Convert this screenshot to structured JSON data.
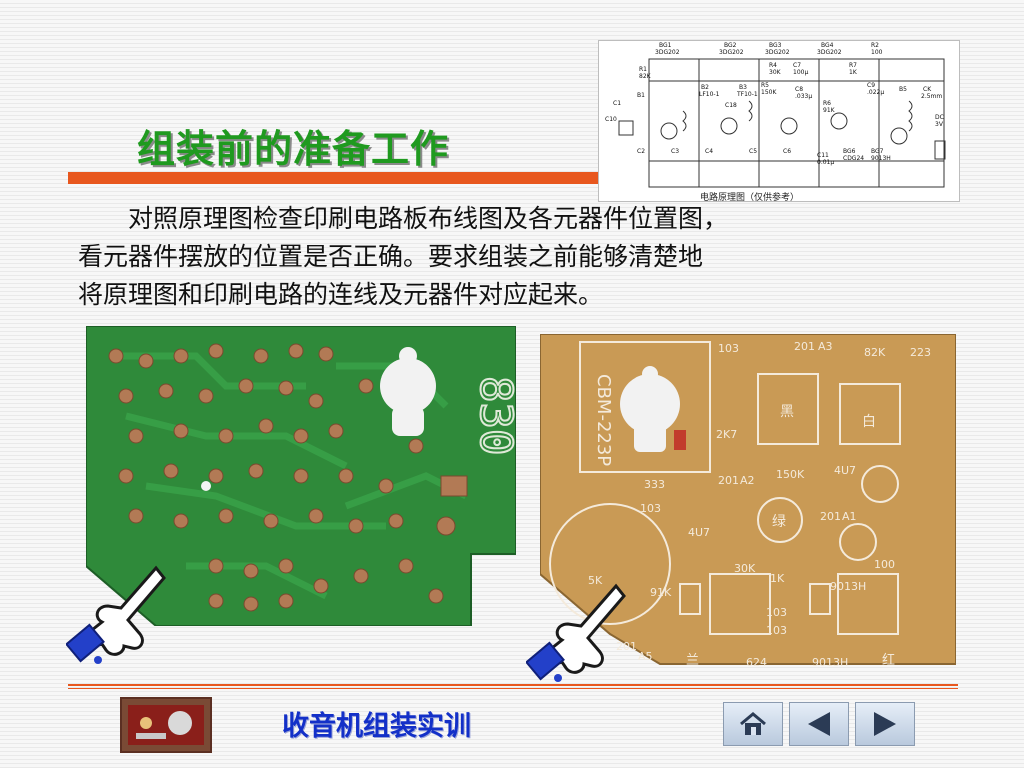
{
  "slide": {
    "title": "组装前的准备工作",
    "body_lines": [
      "对照原理图检查印刷电路板布线图及各元器件位置图，",
      "看元器件摆放的位置是否正确。要求组装之前能够清楚地",
      "将原理图和印刷电路的连线及元器件对应起来。"
    ]
  },
  "schematic": {
    "caption": "电路原理图（仅供参考）",
    "labels": [
      "BG1",
      "3DG202",
      "BG2",
      "3DG202",
      "BG3",
      "3DG202",
      "BG4",
      "3DG202",
      "R2",
      "100",
      "R1",
      "82K",
      "R4",
      "30K",
      "R5",
      "150K",
      "C7",
      "100μ",
      "R7",
      "1K",
      "C8",
      ".033μ",
      "C9",
      ".022μ",
      "B1",
      "B2",
      "LF10-1",
      "B3",
      "TF10-1",
      "R6",
      "91K",
      "C10",
      "C11",
      "0.01μ",
      "C2",
      "C4",
      "C5",
      "C6",
      "BG6",
      "CDG24",
      "BG7",
      "9013H",
      "B5",
      "CK",
      "2.5mm",
      "DC",
      "3V",
      "C1",
      "C3",
      "C18"
    ]
  },
  "pcb_green": {
    "number_label": "830"
  },
  "pcb_tan": {
    "labels": [
      "CBM-223P",
      "103",
      "201",
      "A3",
      "82K",
      "223",
      "2K7",
      "黑",
      "白",
      "333",
      "201",
      "A2",
      "150K",
      "4U7",
      "103",
      "绿",
      "201",
      "A1",
      "4U7",
      "30K",
      "1K",
      "100",
      "5K",
      "91K",
      "103",
      "103",
      "201",
      "A5",
      "9013H",
      "9013H",
      "兰",
      "624",
      "红"
    ]
  },
  "footer": {
    "title": "收音机组装实训"
  },
  "icons": {
    "home": "home-icon",
    "prev": "triangle-left-icon",
    "next": "triangle-right-icon",
    "pointer": "pointing-hand-icon"
  },
  "colors": {
    "title_green": "#1f9a1f",
    "accent_orange": "#e8571e",
    "footer_blue": "#1330c8",
    "pcb_green": "#2f8a3a",
    "pcb_tan": "#c99a55",
    "hand_blue": "#2340c9"
  }
}
